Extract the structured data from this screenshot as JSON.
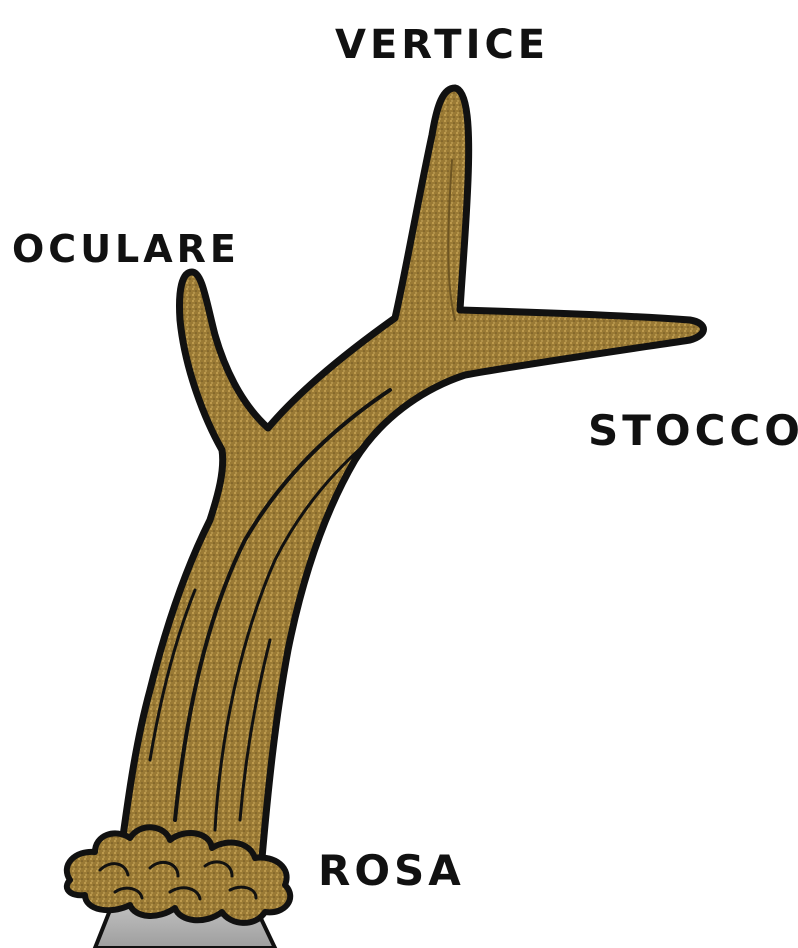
{
  "title": "",
  "labels": {
    "vertice": "VERTICE",
    "oculare": "OCULARE",
    "stocco": "STOCCO",
    "rosa": "ROSA"
  },
  "colors": {
    "antler_fill": "#9a7a35",
    "antler_highlight": "#c8a555",
    "antler_outline": "#111111",
    "base_fill": "#b9b9b9",
    "ink": "#111111"
  }
}
